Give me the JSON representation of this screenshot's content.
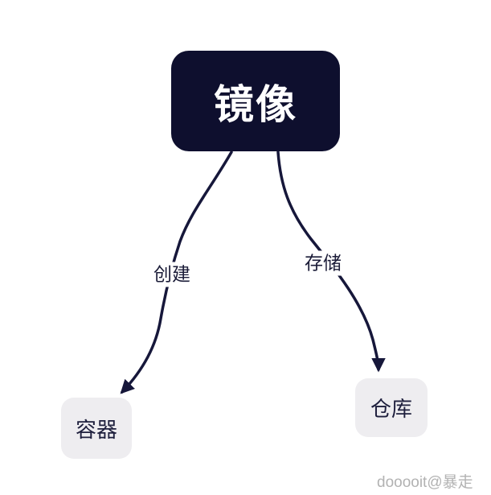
{
  "diagram": {
    "root": {
      "label": "镜像"
    },
    "nodes": [
      {
        "id": "container",
        "label": "容器"
      },
      {
        "id": "repository",
        "label": "仓库"
      }
    ],
    "edges": [
      {
        "label": "创建",
        "from": "镜像",
        "to": "容器"
      },
      {
        "label": "存储",
        "from": "镜像",
        "to": "仓库"
      }
    ],
    "watermark": "dooooit@暴走",
    "colors": {
      "background": "#ffffff",
      "root_bg": "#0e0f2e",
      "root_text": "#ffffff",
      "edge": "#16173a",
      "node_bg": "#eeedf0",
      "node_text": "#1e1f3d",
      "edge_label_text": "#1b1c38",
      "watermark_text": "#b2b2b2"
    }
  }
}
